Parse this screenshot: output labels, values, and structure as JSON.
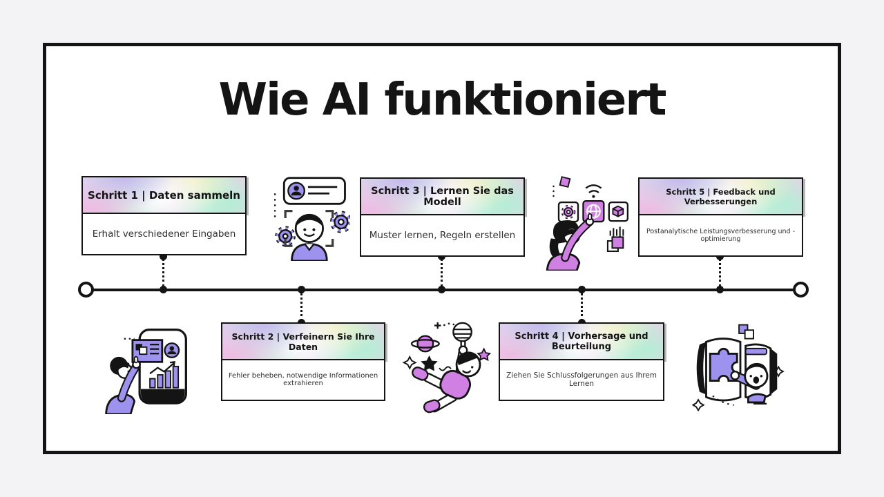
{
  "page": {
    "background": "#f3f2f5",
    "slide_background": "#ffffff",
    "border_color": "#141414"
  },
  "title": "Wie AI funktioniert",
  "colors": {
    "ink": "#141414",
    "lavender": "#9d93ee",
    "pink": "#d07fe3",
    "holo_mint": "#bfeeda",
    "holo_pink": "#eecce6",
    "holo_purple": "#c6b2ee",
    "holo_yellow": "#f3f0c6"
  },
  "steps": [
    {
      "header": "Schritt 1 | Daten sammeln",
      "body": "Erhalt verschiedener Eingaben",
      "position": "top"
    },
    {
      "header": "Schritt 2 | Verfeinern Sie Ihre Daten",
      "body": "Fehler beheben, notwendige Informationen extrahieren",
      "position": "bottom"
    },
    {
      "header": "Schritt 3 | Lernen Sie das Modell",
      "body": "Muster lernen, Regeln erstellen",
      "position": "top"
    },
    {
      "header": "Schritt 4 | Vorhersage und Beurteilung",
      "body": "Ziehen Sie Schlussfolgerungen aus Ihrem Lernen",
      "position": "bottom"
    },
    {
      "header": "Schritt 5 | Feedback und Verbesserungen",
      "body": "Postanalytische Leistungsverbesserung und -optimierung",
      "position": "top"
    }
  ],
  "illustrations": [
    "face-recognition-illustration",
    "data-analysis-phone-illustration",
    "astronaut-floating-illustration",
    "app-icons-woman-illustration",
    "puzzle-screen-illustration"
  ]
}
